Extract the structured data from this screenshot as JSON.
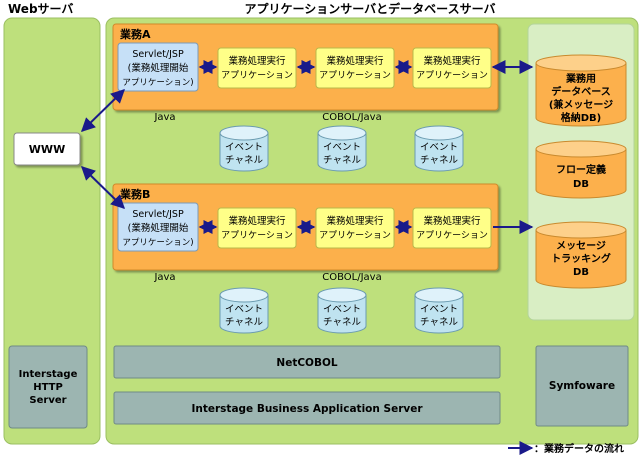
{
  "headers": {
    "web_server": "Webサーバ",
    "app_db_server": "アプリケーションサーバとデータベースサーバ"
  },
  "www": "WWW",
  "interstage_http": [
    "Interstage",
    "HTTP",
    "Server"
  ],
  "business_a": {
    "title": "業務A",
    "servlet": [
      "Servlet/JSP",
      "(業務処理開始",
      "アプリケーション)"
    ],
    "apps": [
      [
        "業務処理実行",
        "アプリケーション"
      ],
      [
        "業務処理実行",
        "アプリケーション"
      ],
      [
        "業務処理実行",
        "アプリケーション"
      ]
    ],
    "java_label": "Java",
    "cobol_label": "COBOL/Java"
  },
  "business_b": {
    "title": "業務B",
    "servlet": [
      "Servlet/JSP",
      "(業務処理開始",
      "アプリケーション)"
    ],
    "apps": [
      [
        "業務処理実行",
        "アプリケーション"
      ],
      [
        "業務処理実行",
        "アプリケーション"
      ],
      [
        "業務処理実行",
        "アプリケーション"
      ]
    ],
    "java_label": "Java",
    "cobol_label": "COBOL/Java"
  },
  "event_channel": [
    "イベント",
    "チャネル"
  ],
  "databases": {
    "business": [
      "業務用",
      "データベース",
      "(兼メッセージ",
      "格納DB)"
    ],
    "flow": [
      "フロー定義",
      "DB"
    ],
    "message": [
      "メッセージ",
      "トラッキング",
      "DB"
    ]
  },
  "netcobol": "NetCOBOL",
  "interstage_bas": "Interstage Business Application Server",
  "symfoware": "Symfoware",
  "legend": "：業務データの流れ",
  "colors": {
    "outer_green": "#bee07c",
    "inner_green": "#d9eec4",
    "orange": "#fcb04c",
    "yellow": "#ffff88",
    "blue_box": "#c6e0f7",
    "cyan_cyl": "#bfe3f0",
    "gray_bar": "#9cb5b1",
    "arrow": "#1a1a8a"
  }
}
